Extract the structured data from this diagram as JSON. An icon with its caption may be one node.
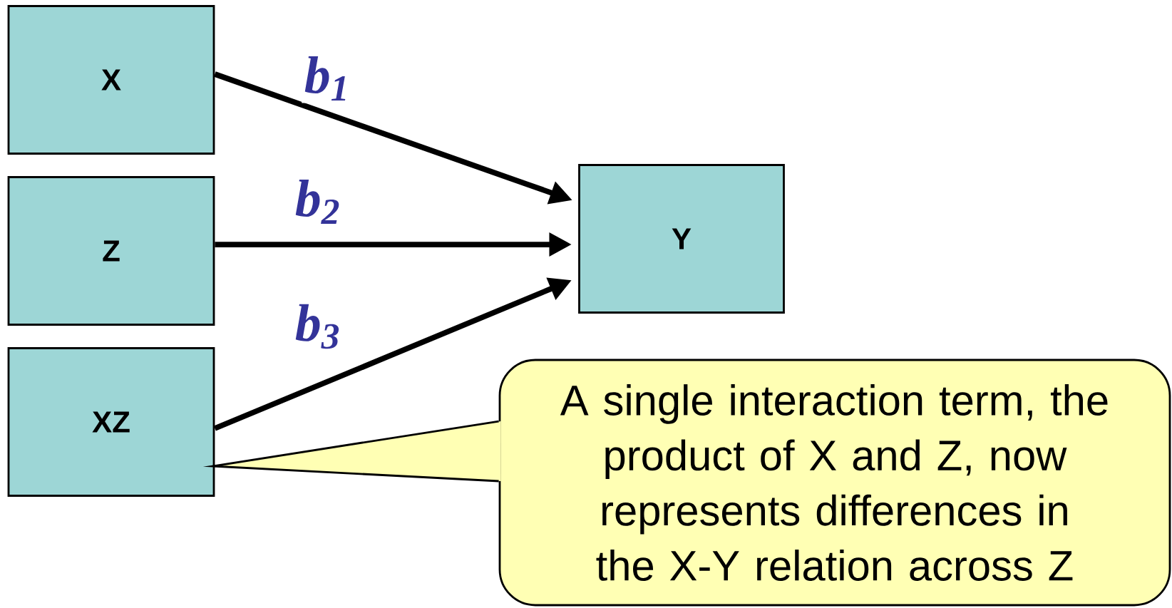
{
  "diagram": {
    "nodes": [
      {
        "text": [
          "X"
        ]
      },
      {
        "text": [
          "Z"
        ]
      },
      {
        "text": [
          "XZ"
        ]
      },
      {
        "text": [
          "Y"
        ]
      },
      {
        "text": [
          "A single interaction term, the product of X and Z, now represents differences in the X-Y relation across Z"
        ]
      }
    ],
    "edges": [
      {
        "from": 0,
        "to": 3,
        "arrow": "to",
        "label": "b$_{1}$"
      },
      {
        "from": 1,
        "to": 3,
        "arrow": "to",
        "label": "b$_{2}$"
      },
      {
        "from": 2,
        "to": 3,
        "arrow": "to",
        "label": "b$_{3}$"
      },
      {
        "from": 4,
        "to": 2,
        "arrow": "none"
      }
    ]
  }
}
